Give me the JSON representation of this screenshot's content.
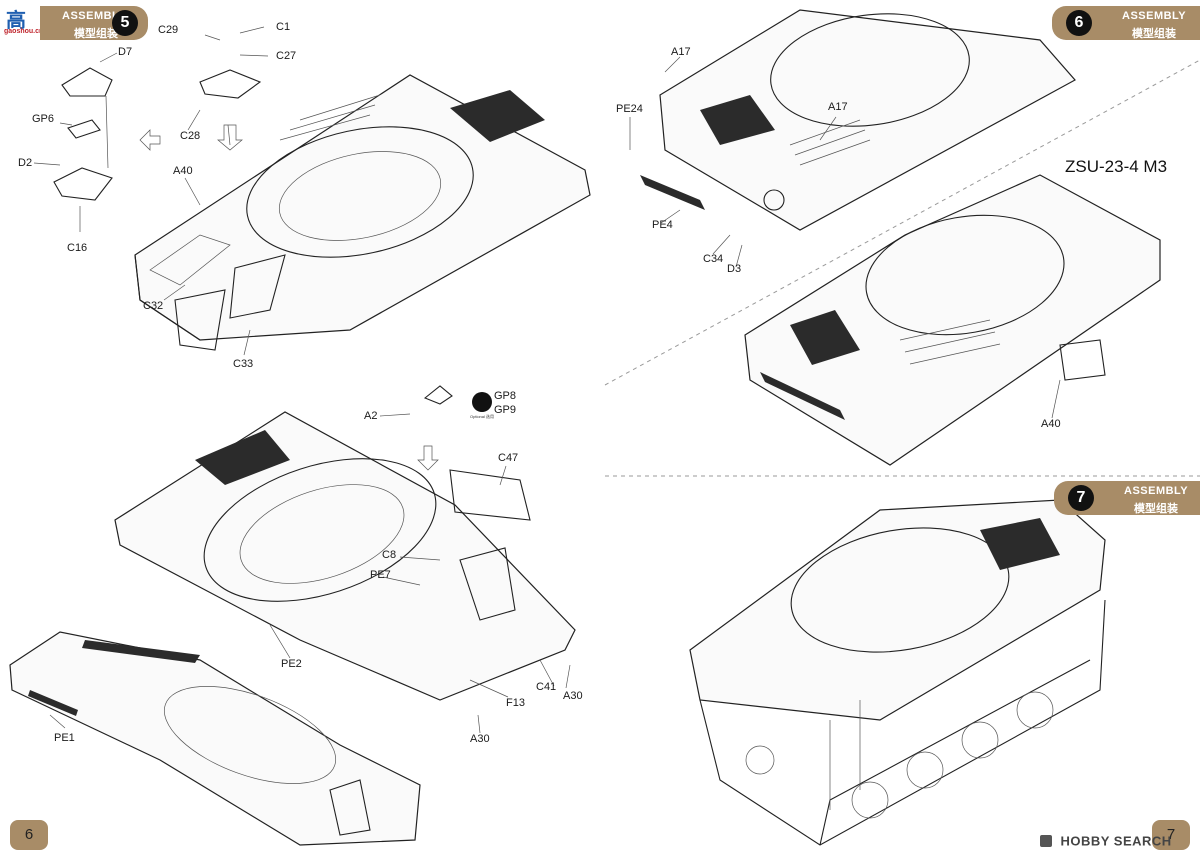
{
  "pages": {
    "left_number": "6",
    "right_number": "7"
  },
  "watermark_top": {
    "line1": "高",
    "line2": "gaoshou.cn"
  },
  "watermark_bottom": "HOBBY SEARCH",
  "model_name": "ZSU-23-4 M3",
  "steps": [
    {
      "number": "5",
      "heading_en": "ASSEMBLY",
      "heading_cn": "模型组装"
    },
    {
      "number": "6",
      "heading_en": "ASSEMBLY",
      "heading_cn": "模型组装"
    },
    {
      "number": "7",
      "heading_en": "ASSEMBLY",
      "heading_cn": "模型组装"
    }
  ],
  "optional_badge": {
    "text": "Optional 选用",
    "options": [
      "GP8",
      "GP9"
    ]
  },
  "part_labels": {
    "step5": [
      "D7",
      "C29",
      "C1",
      "C27",
      "GP6",
      "C28",
      "D2",
      "C16",
      "A40",
      "C32",
      "C33"
    ],
    "step5_lower": [
      "A2",
      "C47",
      "C8",
      "PE7",
      "PE2",
      "PE1",
      "C41",
      "A30",
      "F13",
      "A30"
    ],
    "step6": [
      "A17",
      "PE24",
      "A17",
      "PE4",
      "C34",
      "D3",
      "A40"
    ]
  },
  "colors": {
    "banner": "#a88c67",
    "page_badge": "#a88c67",
    "ink": "#1a1a1a",
    "dashed_divider": "#9a9a9a"
  }
}
